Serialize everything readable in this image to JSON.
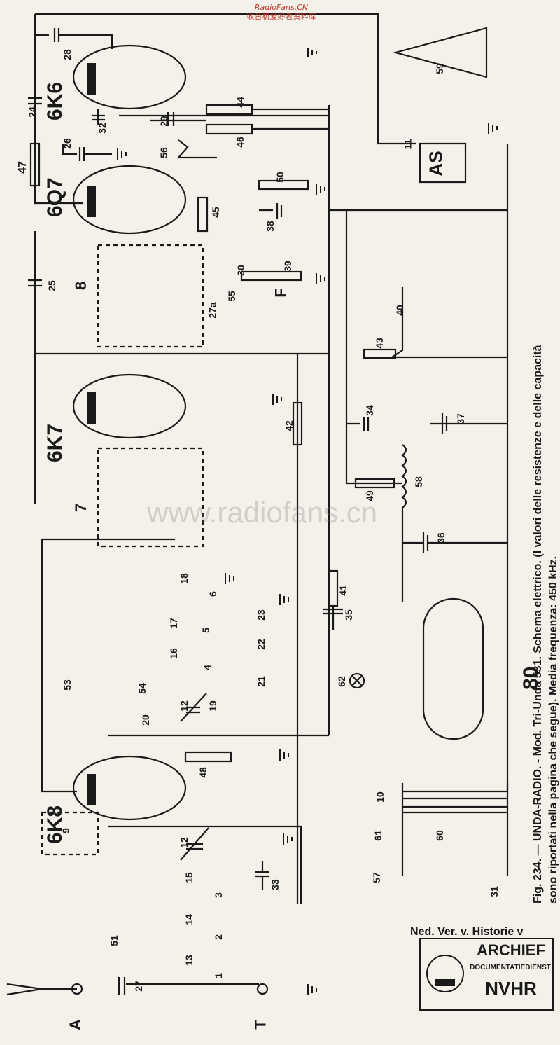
{
  "watermark_top": {
    "line1": "RadioFans.CN",
    "line2": "收音机爱好者资料库"
  },
  "watermark_mid": "www.radiofans.cn",
  "caption": {
    "line1": "Fig. 234. — UNDA-RADIO. - Mod. Tri-Unda 531. Schema elettrico. (I valori delle resistenze e delle capacità",
    "line2": "sono riportati nella pagina che segue). Media frequenza: 450 kHz."
  },
  "footer_note": "Ned. Ver. v. Historie v",
  "stamp": {
    "line1": "ARCHIEF",
    "line2": "DOCUMENTATIEDIENST",
    "line3": "NVHR"
  },
  "tubes": [
    "6K6",
    "6Q7",
    "6K7",
    "6K8",
    "80"
  ],
  "labels": {
    "l28": "28",
    "l24": "24",
    "l32": "32",
    "l29": "29",
    "l44": "44",
    "l46": "46",
    "l26": "26",
    "l56": "56",
    "l47": "47",
    "l59": "59",
    "l11": "11",
    "lAS": "AS",
    "l50": "50",
    "l45": "45",
    "l38": "38",
    "l39": "39",
    "l30": "30",
    "l55": "55",
    "l27a": "27a",
    "lF": "F",
    "l8": "8",
    "l25": "25",
    "l40": "40",
    "l43": "43",
    "l42": "42",
    "l34": "34",
    "l37": "37",
    "l7": "7",
    "l58": "58",
    "l49": "49",
    "l36": "36",
    "l41": "41",
    "l35": "35",
    "l18": "18",
    "l6": "6",
    "l17": "17",
    "l23": "23",
    "l5": "5",
    "l22": "22",
    "l16": "16",
    "l4": "4",
    "l21": "21",
    "l53": "53",
    "l54": "54",
    "l12a": "12",
    "l19": "19",
    "l20": "20",
    "l62": "62",
    "l48": "48",
    "l10": "10",
    "l9": "9",
    "l12b": "12",
    "l33": "33",
    "l15": "15",
    "l3": "3",
    "l14": "14",
    "l2": "2",
    "l13": "13",
    "l1": "1",
    "l51": "51",
    "l27": "27",
    "l61": "61",
    "l60": "60",
    "l31": "31",
    "l57": "57",
    "lA": "A",
    "lT": "T"
  }
}
